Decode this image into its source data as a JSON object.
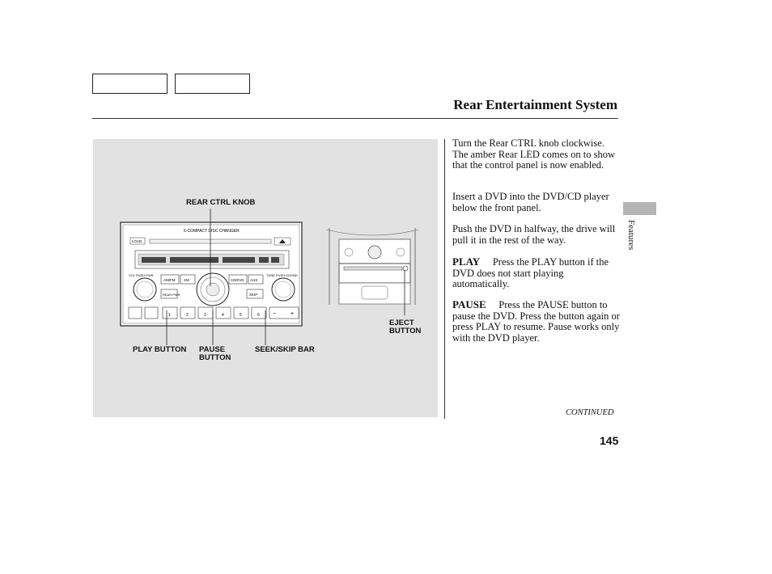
{
  "header": {
    "title": "Rear Entertainment System"
  },
  "side": {
    "label": "Features"
  },
  "figure": {
    "callouts": {
      "rear_ctrl_knob": "REAR CTRL KNOB",
      "play_button": "PLAY BUTTON",
      "pause_button_1": "PAUSE",
      "pause_button_2": "BUTTON",
      "seek_skip_bar": "SEEK/SKIP BAR",
      "eject_button_1": "EJECT",
      "eject_button_2": "BUTTON"
    },
    "panel": {
      "changer_label": "6-COMPACT DISC CHANGER",
      "load_label": "LOAD",
      "vol_label": "VOL PUSH PWR",
      "tune_label": "TUNE PUSH SOUND",
      "am_fm": "AM/FM",
      "xm": "XM",
      "cd_dvd": "CD/DVD",
      "aux": "AUX",
      "rear_pwr": "REAR PWR",
      "skip": "SKIP",
      "preset_numbers": [
        "1",
        "2",
        "3",
        "4",
        "5",
        "6"
      ]
    }
  },
  "body": {
    "p1": "Turn the Rear CTRL knob clockwise. The amber Rear LED comes on to show that the control panel is now enabled.",
    "p2": "Insert a DVD into the DVD/CD player below the front panel.",
    "p3": "Push the DVD in halfway, the drive will pull it in the rest of the way.",
    "p4_term": "PLAY",
    "p4_text": "Press the PLAY button if the DVD does not start playing automatically.",
    "p5_term": "PAUSE",
    "p5_text": "Press the PAUSE button to pause the DVD. Press the button again or press PLAY to resume. Pause works only with the DVD player."
  },
  "footer": {
    "continued": "CONTINUED",
    "page_number": "145"
  }
}
